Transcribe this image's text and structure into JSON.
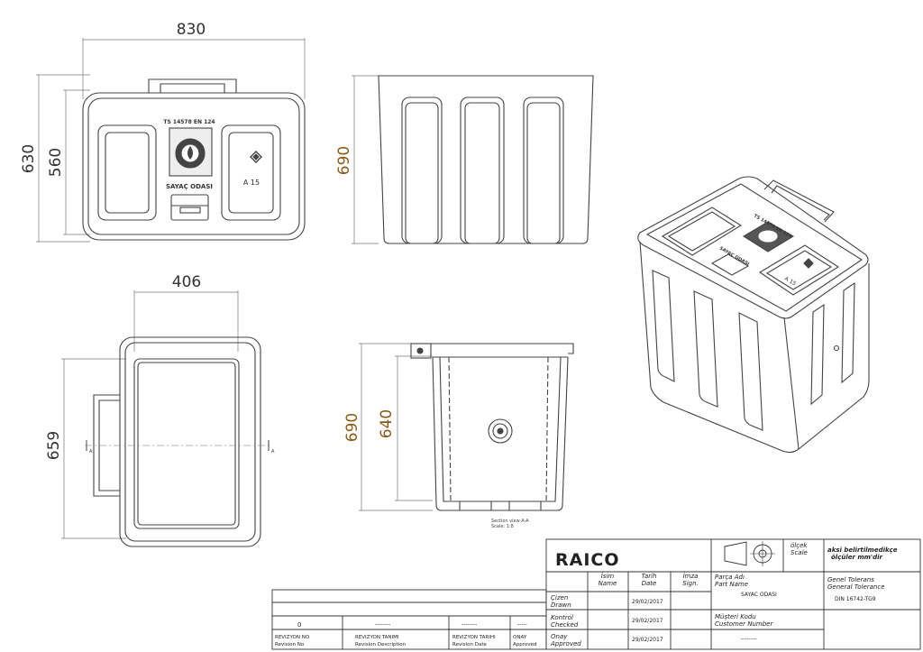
{
  "dimensions": {
    "top_width": "830",
    "top_height_outer": "630",
    "top_height_inner": "560",
    "front_height": "690",
    "bottom_width": "406",
    "bottom_height": "659",
    "section_height_outer": "690",
    "section_height_inner": "640"
  },
  "lid": {
    "standard_text": "TS 14578 EN 124",
    "product_text": "SAYAÇ ODASI",
    "class_text": "A 15"
  },
  "section_note": {
    "line1": "Section view A-A",
    "line2": "Scale: 1:8",
    "marker": "A"
  },
  "title_block": {
    "company": "RAICO",
    "scale_label_tr": "ölçek",
    "scale_label_en": "Scale",
    "unit_note_tr": "aksi belirtilmedikçe",
    "unit_note_en": "ölçüler mm'dir",
    "col_name_tr": "İsim",
    "col_name_en": "Name",
    "col_date_tr": "Tarih",
    "col_date_en": "Date",
    "col_sign_tr": "İmza",
    "col_sign_en": "Sign.",
    "part_name_tr": "Parça Adı",
    "part_name_en": "Part Name",
    "part_name_value": "SAYAC ODASI",
    "tolerance_tr": "Genel Tolerans",
    "tolerance_en": "General Tolerance",
    "tolerance_value": "DIN 16742-TG9",
    "drawn_tr": "Çizen",
    "drawn_en": "Drawn",
    "drawn_date": "29/02/2017",
    "checked_tr": "Kontrol",
    "checked_en": "Checked",
    "checked_date": "29/02/2017",
    "approved_tr": "Onay",
    "approved_en": "Approved",
    "approved_date": "29/02/2017",
    "customer_tr": "Müşteri Kodu",
    "customer_en": "Customer Number",
    "customer_value": "--------"
  },
  "revision_block": {
    "rev_no": "0",
    "rev_desc": "--------",
    "rev_date": "--------",
    "rev_approved": "-----",
    "h_no_tr": "REVIZYON NO",
    "h_no_en": "Revision No",
    "h_desc_tr": "REVIZYON TANIMI",
    "h_desc_en": "Revision Description",
    "h_date_tr": "REVIZYON TARIHI",
    "h_date_en": "Revision Date",
    "h_app_tr": "ONAY",
    "h_app_en": "Approved"
  },
  "colors": {
    "line": "#444444",
    "dimension": "#666666",
    "accent_dimension": "#8a5a1a"
  }
}
